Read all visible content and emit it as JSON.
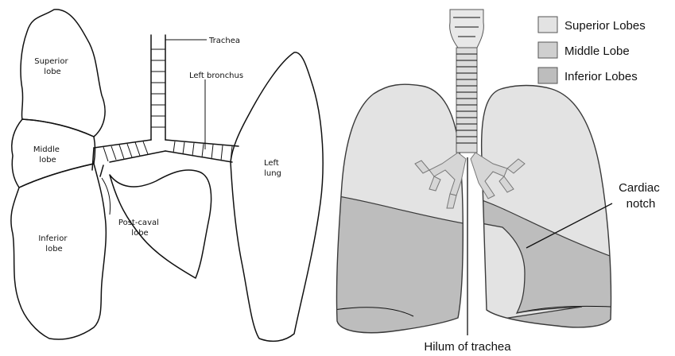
{
  "left_figure": {
    "labels": {
      "superior_lobe": [
        "Superior",
        "lobe"
      ],
      "middle_lobe": [
        "Middle",
        "lobe"
      ],
      "inferior_lobe": [
        "Inferior",
        "lobe"
      ],
      "post_caval_lobe": [
        "Post-caval",
        "lobe"
      ],
      "left_lung": [
        "Left",
        "lung"
      ],
      "trachea": "Trachea",
      "left_bronchus": "Left bronchus"
    }
  },
  "right_figure": {
    "legend": [
      {
        "label": "Superior Lobes",
        "color": "#e3e3e3"
      },
      {
        "label": "Middle Lobe",
        "color": "#cfcfcf"
      },
      {
        "label": "Inferior Lobes",
        "color": "#bdbdbd"
      }
    ],
    "labels": {
      "cardiac_notch": [
        "Cardiac",
        "notch"
      ],
      "hilum": "Hilum of trachea"
    },
    "colors": {
      "superior": "#e3e3e3",
      "inferior": "#bdbdbd",
      "airway": "#dcdcdc",
      "outline": "#3a3a3a"
    }
  }
}
